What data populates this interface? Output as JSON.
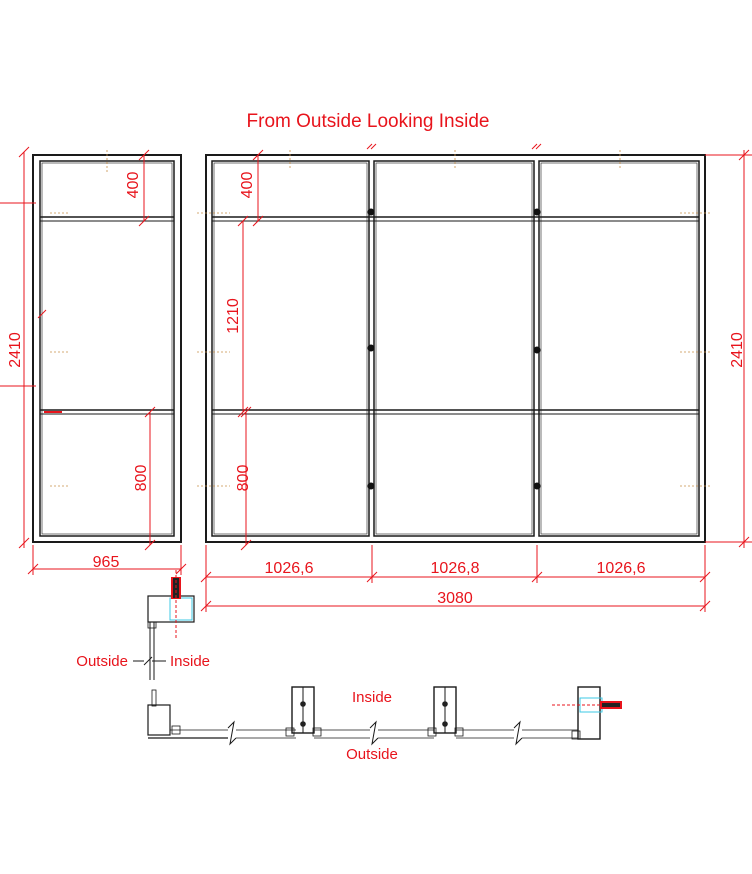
{
  "title": "From Outside Looking Inside",
  "single_panel": {
    "width_label": "965",
    "height_label": "2410",
    "top_dim": "400",
    "bottom_dim": "800"
  },
  "triple_panel": {
    "left_width": "1026,6",
    "mid_width": "1026,8",
    "right_width": "1026,6",
    "total_width": "3080",
    "height_label": "2410",
    "top_dim": "400",
    "mid_dim": "1210",
    "bottom_dim": "800"
  },
  "section": {
    "outside_left": "Outside",
    "inside_left": "Inside",
    "inside_mid": "Inside",
    "outside_mid": "Outside"
  },
  "colors": {
    "dimension": "#e8141c",
    "frame": "#1a1a1a",
    "hinge": "#c8904a"
  }
}
